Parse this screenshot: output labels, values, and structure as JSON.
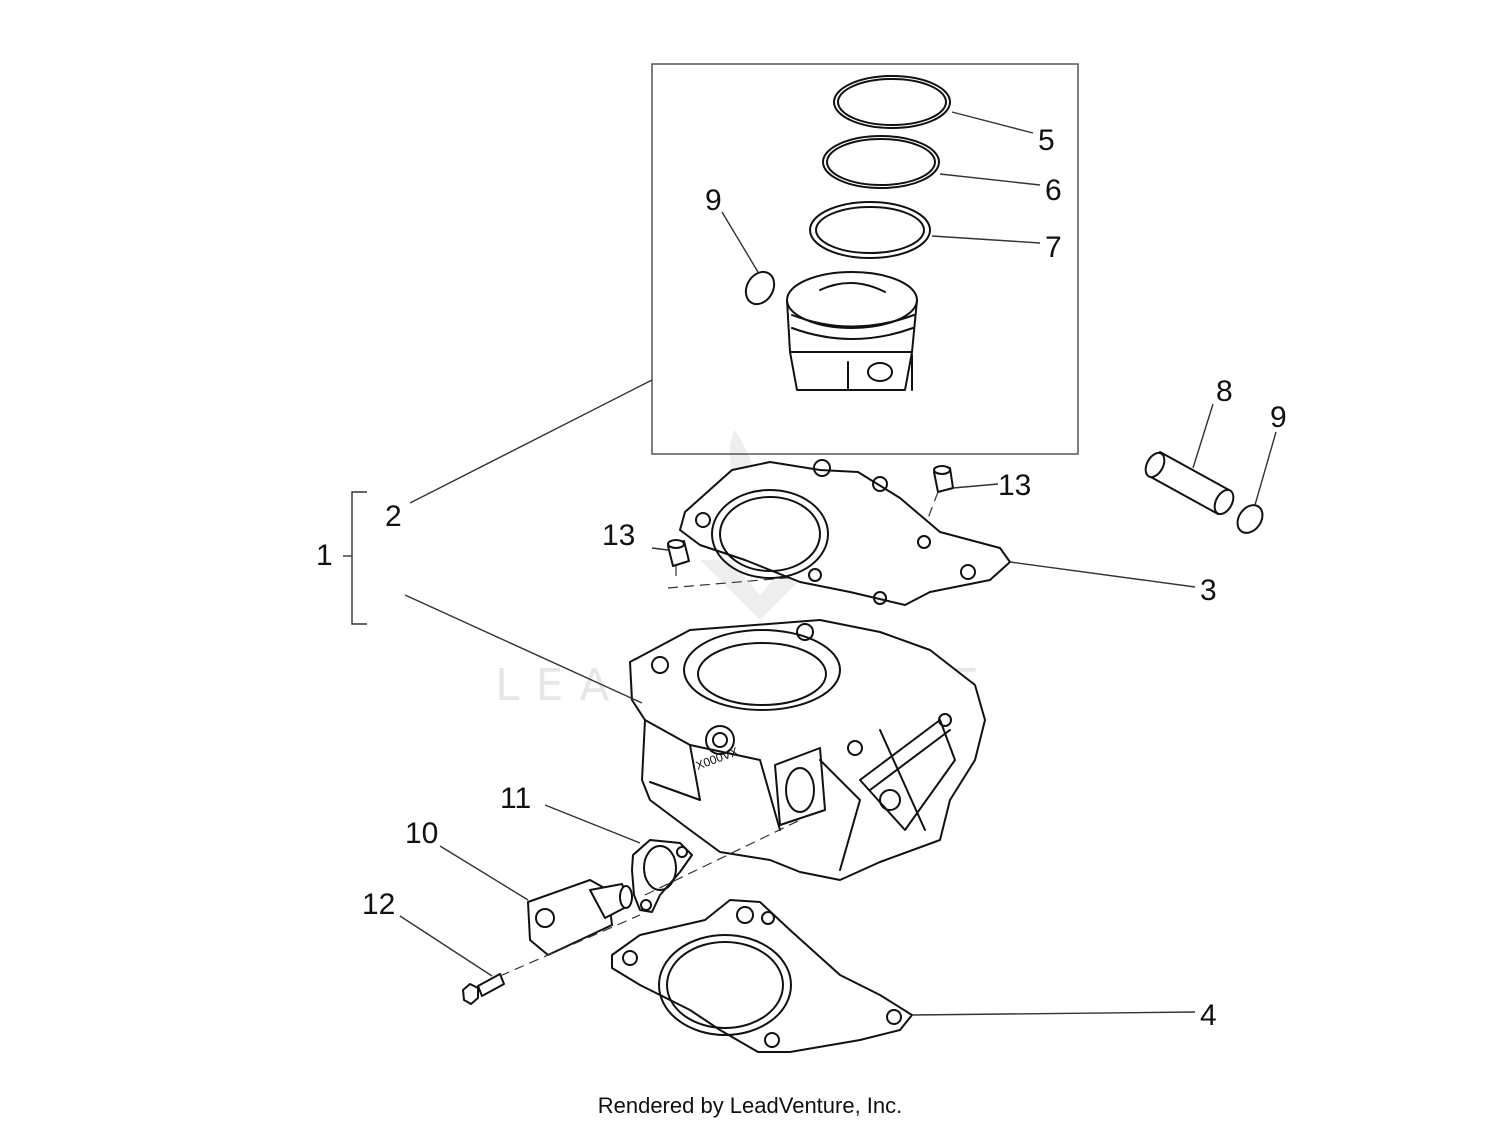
{
  "watermark": {
    "text": "LEADVENTURE"
  },
  "footer": {
    "text": "Rendered by LeadVenture, Inc."
  },
  "engraving": {
    "text": "X000VX"
  },
  "callouts": {
    "c1": "1",
    "c2": "2",
    "c3": "3",
    "c4": "4",
    "c5": "5",
    "c6": "6",
    "c7": "7",
    "c8": "8",
    "c9a": "9",
    "c9b": "9",
    "c10": "10",
    "c11": "11",
    "c12": "12",
    "c13a": "13",
    "c13b": "13"
  },
  "parts": [
    "assembly-group-bracket",
    "piston-kit-box",
    "cylinder-head-gasket",
    "cylinder-base-gasket",
    "piston-ring-top",
    "piston-ring-second",
    "oil-ring",
    "piston-pin",
    "circlip",
    "chain-tensioner",
    "tensioner-gasket",
    "tensioner-bolt",
    "dowel-pin",
    "piston",
    "cylinder"
  ]
}
